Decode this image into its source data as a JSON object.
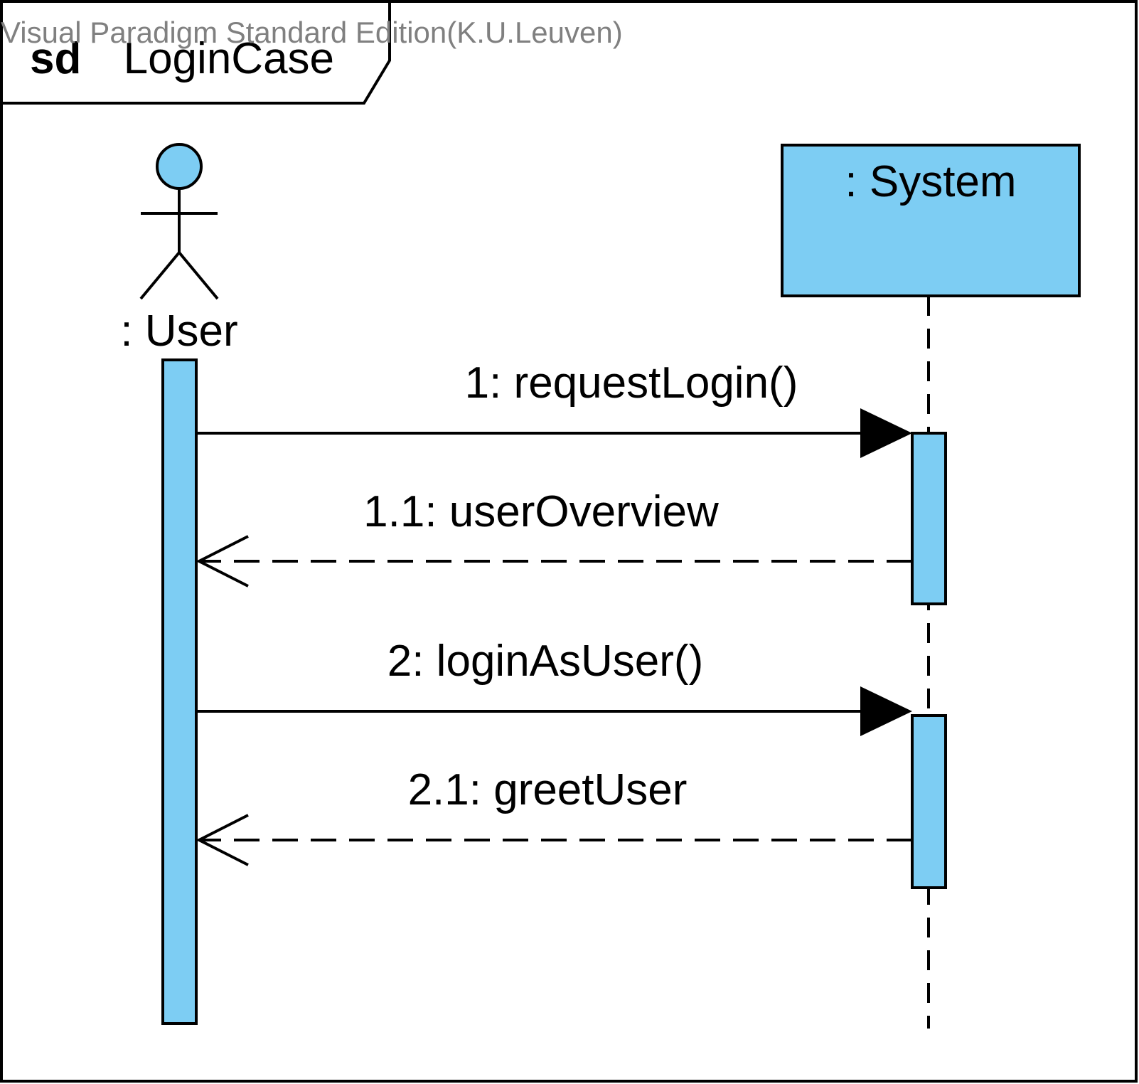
{
  "watermark": "Visual Paradigm Standard Edition(K.U.Leuven)",
  "frame": {
    "keyword": "sd",
    "name": "LoginCase"
  },
  "lifelines": {
    "user": {
      "label": ": User",
      "kind": "actor"
    },
    "system": {
      "label": ": System",
      "kind": "object"
    }
  },
  "messages": [
    {
      "label": "1: requestLogin()",
      "kind": "synchronous-call"
    },
    {
      "label": "1.1: userOverview",
      "kind": "reply"
    },
    {
      "label": "2: loginAsUser()",
      "kind": "synchronous-call"
    },
    {
      "label": "2.1: greetUser",
      "kind": "reply"
    }
  ],
  "colors": {
    "fill": "#7dcdf3",
    "stroke": "#000000",
    "watermark": "#808080",
    "background": "#ffffff"
  }
}
